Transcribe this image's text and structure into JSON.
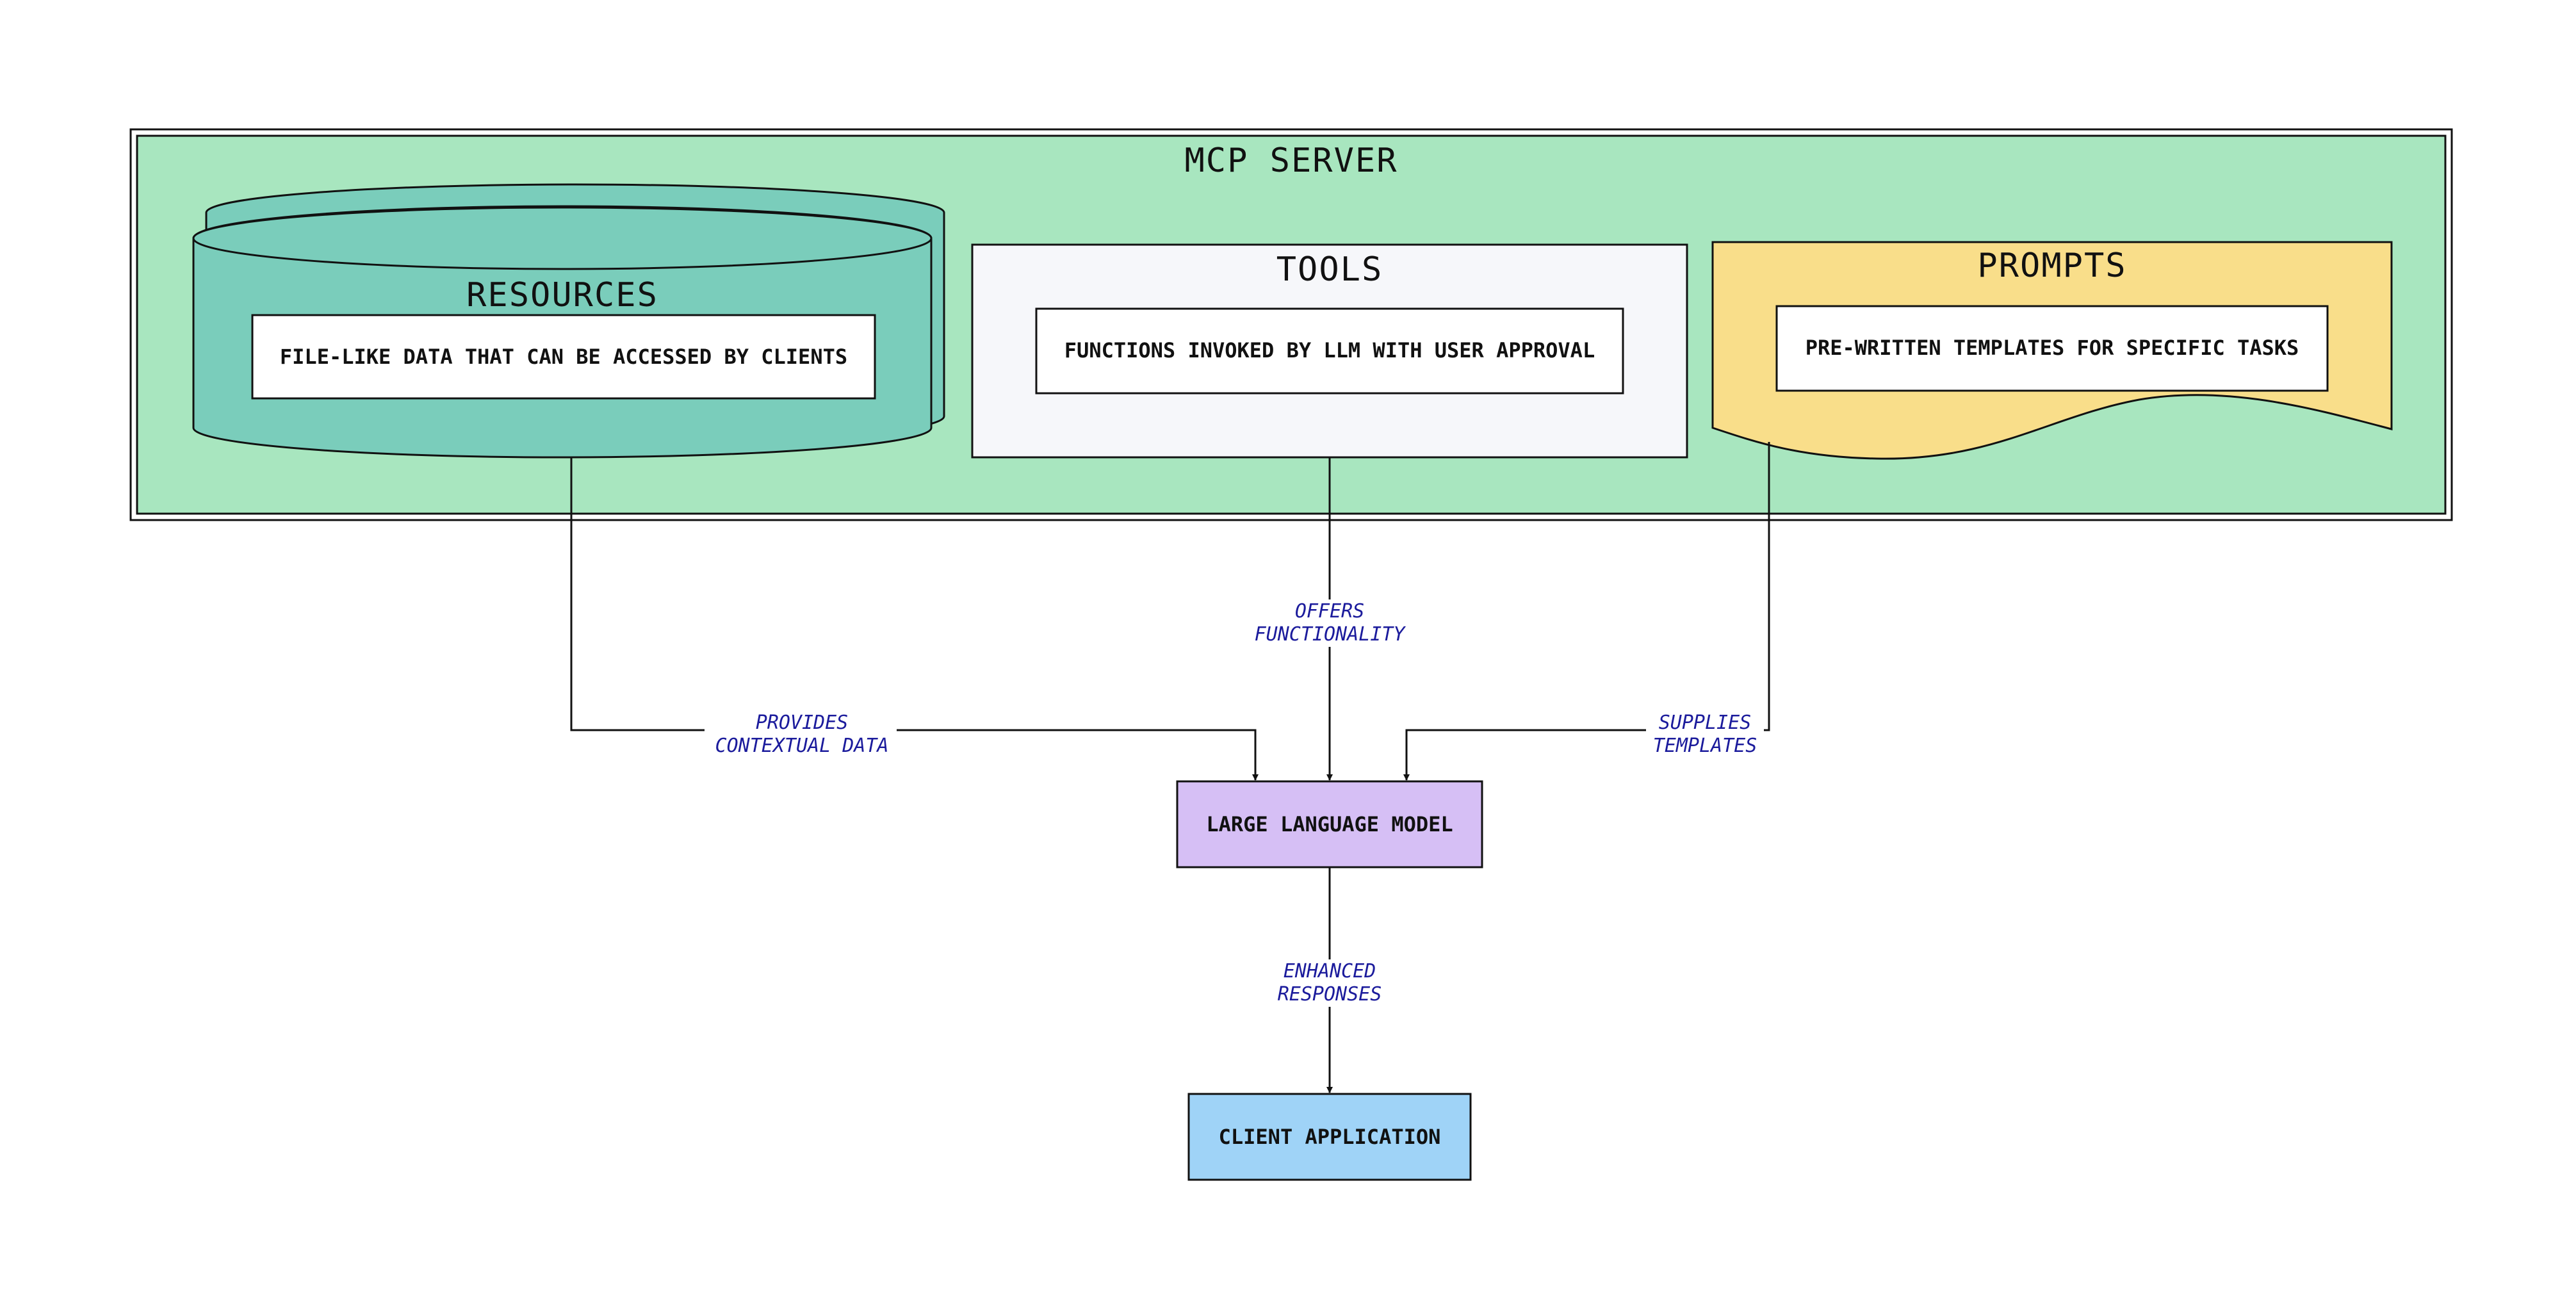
{
  "colors": {
    "server_fill": "#a8e6bf",
    "resources_fill": "#7acdbb",
    "tools_fill": "#f6f7fa",
    "prompts_fill": "#f9de8a",
    "llm_fill": "#d6bff5",
    "client_fill": "#9fd3f7",
    "edge_label": "#1b1b9c"
  },
  "server": {
    "title": "MCP SERVER"
  },
  "resources": {
    "title": "RESOURCES",
    "description": "FILE-LIKE DATA THAT CAN BE ACCESSED BY CLIENTS"
  },
  "tools": {
    "title": "TOOLS",
    "description": "FUNCTIONS INVOKED BY LLM WITH USER APPROVAL"
  },
  "prompts": {
    "title": "PROMPTS",
    "description": "PRE-WRITTEN TEMPLATES FOR SPECIFIC TASKS"
  },
  "llm": {
    "label": "LARGE LANGUAGE MODEL"
  },
  "client": {
    "label": "CLIENT APPLICATION"
  },
  "edges": {
    "resources_to_llm": [
      "PROVIDES",
      "CONTEXTUAL DATA"
    ],
    "tools_to_llm": [
      "OFFERS",
      "FUNCTIONALITY"
    ],
    "prompts_to_llm": [
      "SUPPLIES",
      "TEMPLATES"
    ],
    "llm_to_client": [
      "ENHANCED",
      "RESPONSES"
    ]
  }
}
